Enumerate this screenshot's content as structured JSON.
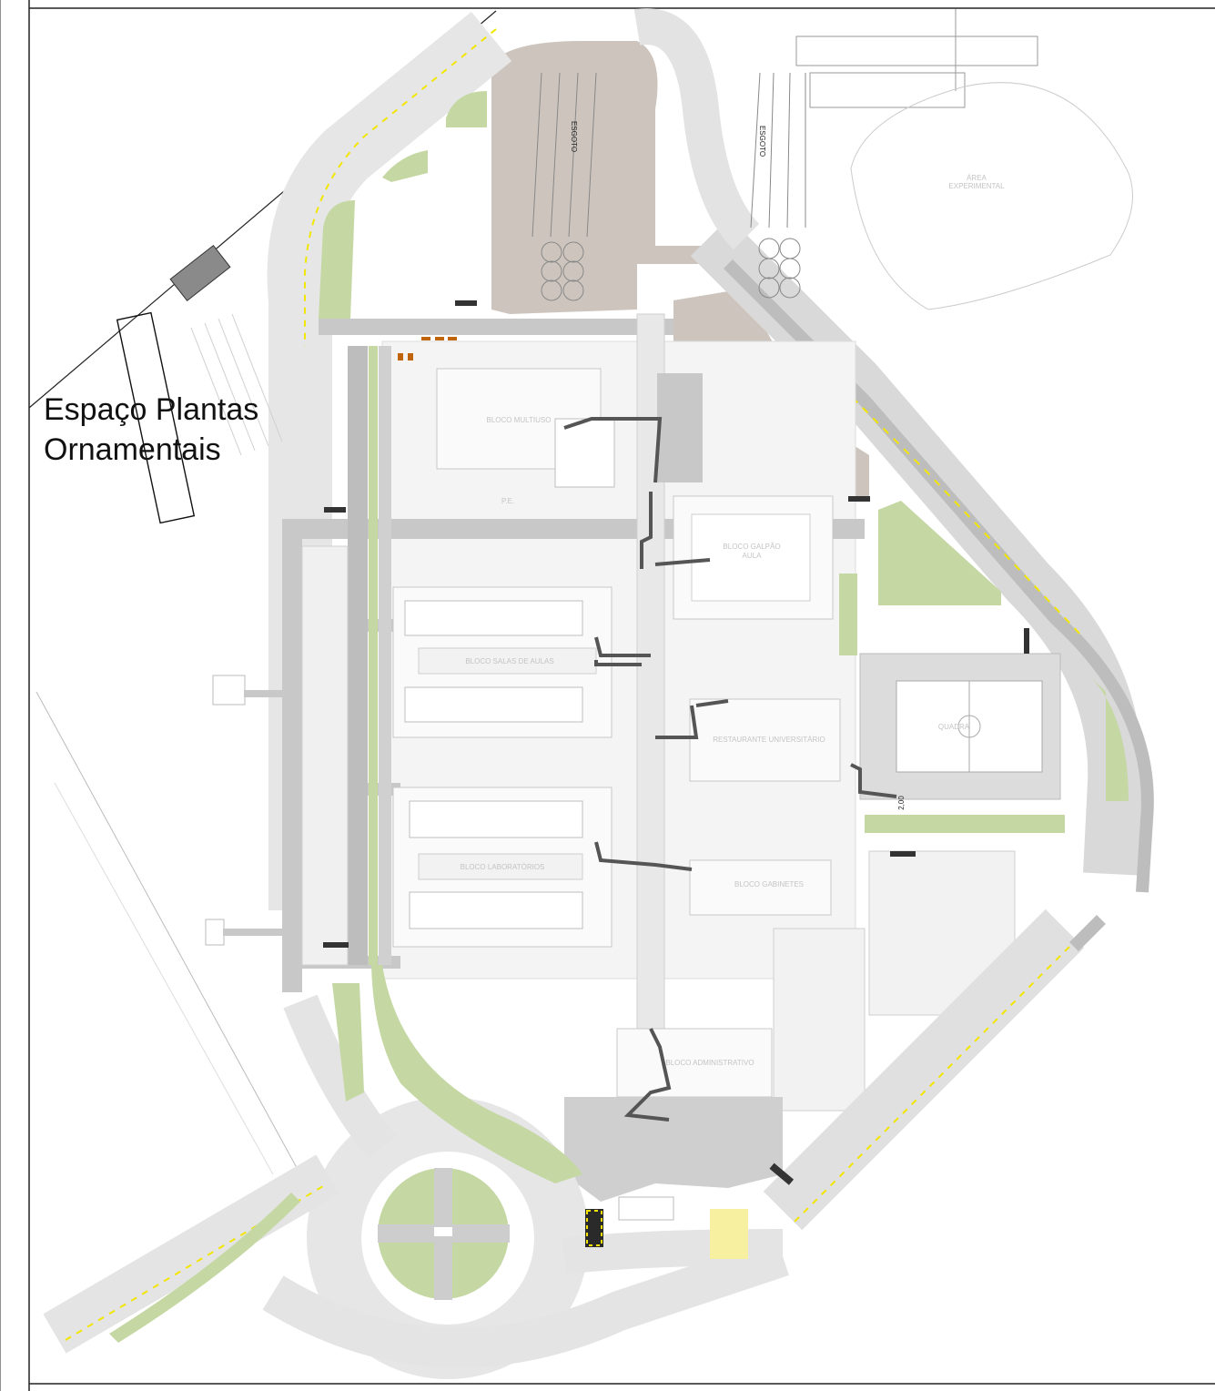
{
  "annotation": {
    "line1": "Espaço Plantas",
    "line2": "Ornamentais"
  },
  "labels": {
    "esgoto_1": "ESGOTO",
    "esgoto_2": "ESGOTO",
    "area_experimental_1": "ÁREA",
    "area_experimental_2": "EXPERIMENTAL",
    "bloco_multiuso": "BLOCO MULTIUSO",
    "pe": "P.E.",
    "bloco_galpao_1": "BLOCO GALPÃO",
    "bloco_galpao_2": "AULA",
    "bloco_salas": "BLOCO SALAS DE AULAS",
    "restaurante": "RESTAURANTE UNIVERSITÁRIO",
    "quadra": "QUADRA",
    "bloco_laboratorios": "BLOCO LABORATÓRIOS",
    "bloco_gabinetes": "BLOCO GABINETES",
    "bloco_administrativo": "BLOCO ADMINISTRATIVO",
    "dimension": "2,00"
  },
  "colors": {
    "pavement": "#c8c8c8",
    "earth": "#cdc5bd",
    "grass": "#c5d8a4",
    "path": "#555555",
    "roadmark": "#f2e600",
    "accent": "#c0640a"
  }
}
